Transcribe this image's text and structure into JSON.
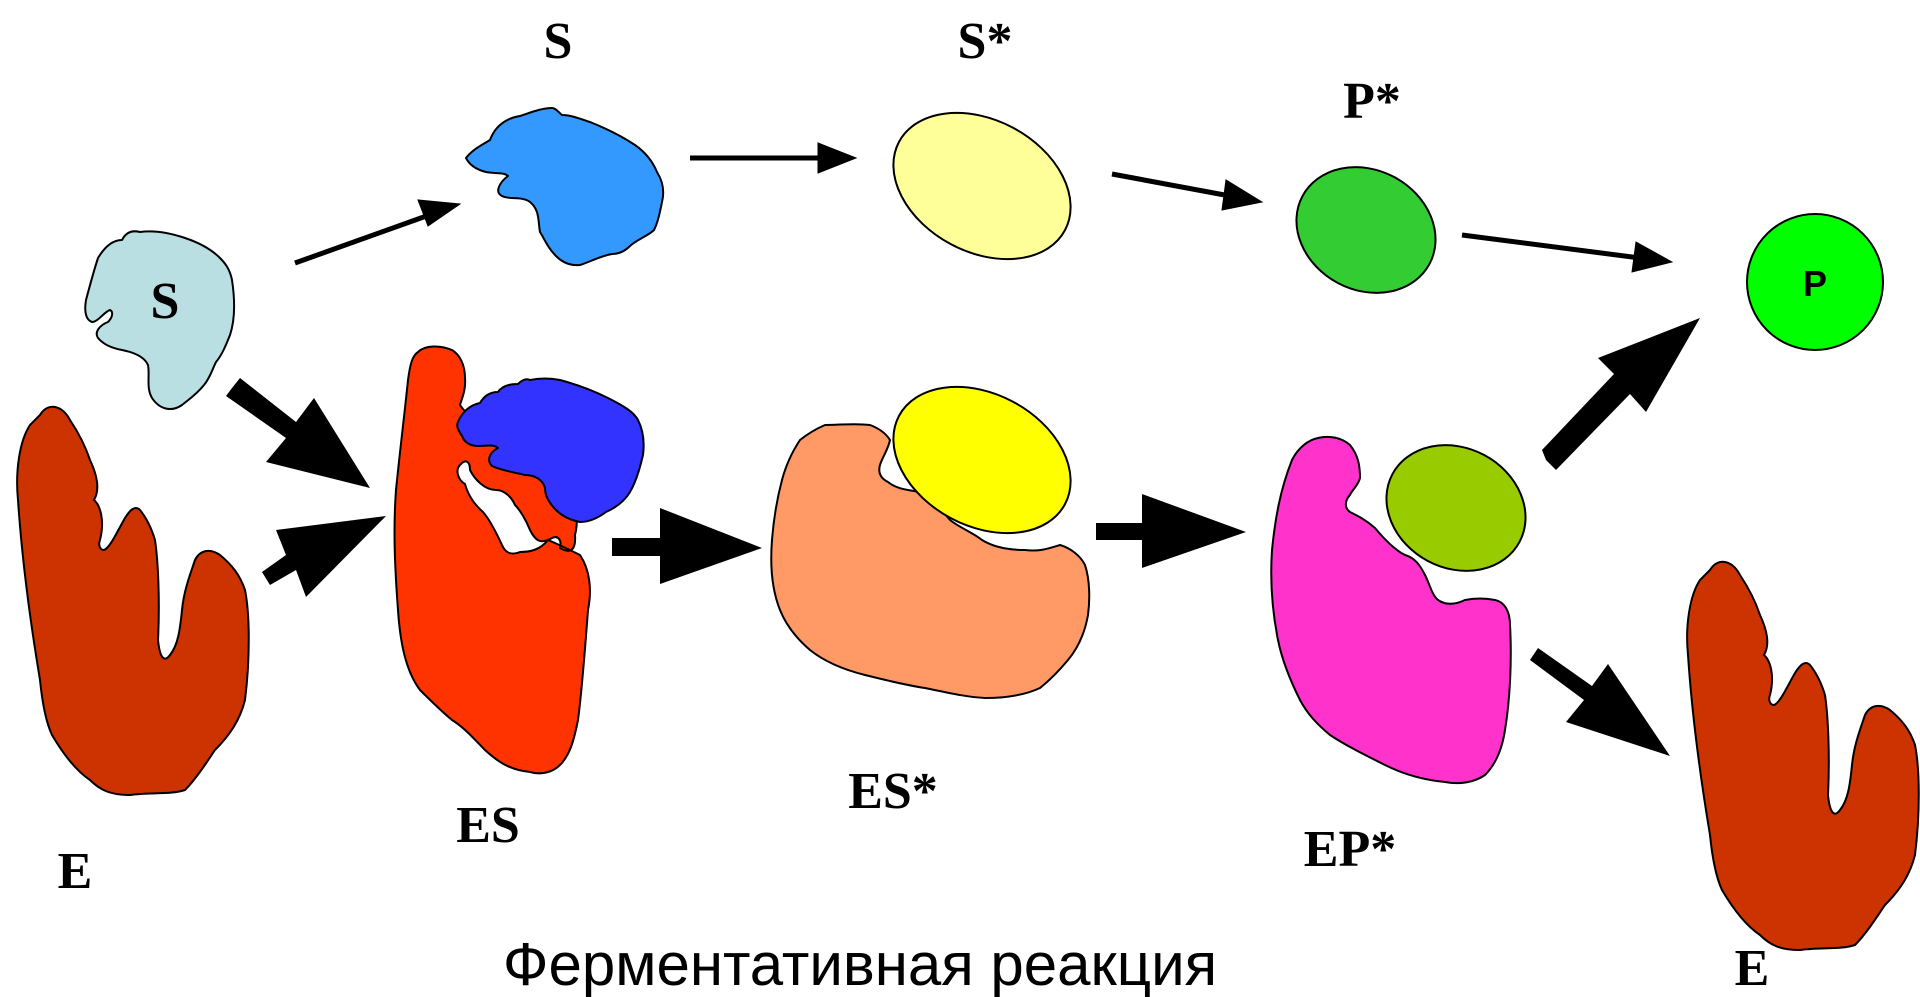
{
  "labels": {
    "s_free": "S",
    "s_top": "S",
    "s_star": "S*",
    "p_star": "P*",
    "p_final": "P",
    "es": "ES",
    "es_star": "ES*",
    "ep_star": "EP*",
    "e_start": "E",
    "e_end": "E"
  },
  "caption": "Ферментативная реакция",
  "colors": {
    "enzyme": "#CC3300",
    "substrate_free": "#B9DFE3",
    "substrate_top": "#3399FF",
    "s_star": "#FFFF99",
    "p_star": "#33CC33",
    "p_final": "#00FF00",
    "es_enzyme": "#FF3300",
    "es_substrate": "#3333FF",
    "es_star_enzyme": "#FF9966",
    "es_star_substrate": "#FFFF00",
    "ep_star_enzyme": "#FF33CC",
    "ep_star_product": "#99CC00"
  }
}
